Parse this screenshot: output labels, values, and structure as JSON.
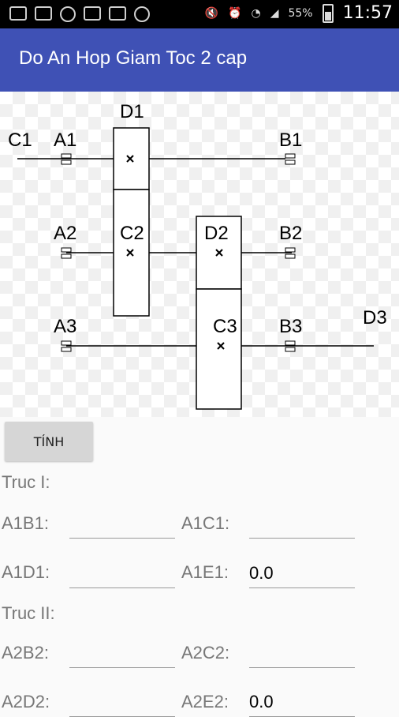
{
  "statusbar": {
    "battery_percent": "55%",
    "time": "11:57",
    "icons": [
      "mail-icon",
      "zalo-icon",
      "usb-icon",
      "image-icon",
      "app-icon",
      "shield-icon",
      "mute-icon",
      "alarm-icon",
      "wifi-icon",
      "signal-icon",
      "battery-icon"
    ]
  },
  "appbar": {
    "title": "Do An Hop Giam Toc 2 cap"
  },
  "diagram": {
    "labels": {
      "d1": "D1",
      "c1": "C1",
      "a1": "A1",
      "b1": "B1",
      "a2": "A2",
      "c2": "C2",
      "d2": "D2",
      "b2": "B2",
      "a3": "A3",
      "c3": "C3",
      "b3": "B3",
      "d3": "D3"
    }
  },
  "calc_button": {
    "label": "TÍNH"
  },
  "truc1": {
    "heading": "Truc I:",
    "a1b1_label": "A1B1:",
    "a1b1_value": "",
    "a1c1_label": "A1C1:",
    "a1c1_value": "",
    "a1d1_label": "A1D1:",
    "a1d1_value": "",
    "a1e1_label": "A1E1:",
    "a1e1_value": "0.0"
  },
  "truc2": {
    "heading": "Truc II:",
    "a2b2_label": "A2B2:",
    "a2b2_value": "",
    "a2c2_label": "A2C2:",
    "a2c2_value": "",
    "a2d2_label": "A2D2:",
    "a2d2_value": "",
    "a2e2_label": "A2E2:",
    "a2e2_value": "0.0"
  }
}
